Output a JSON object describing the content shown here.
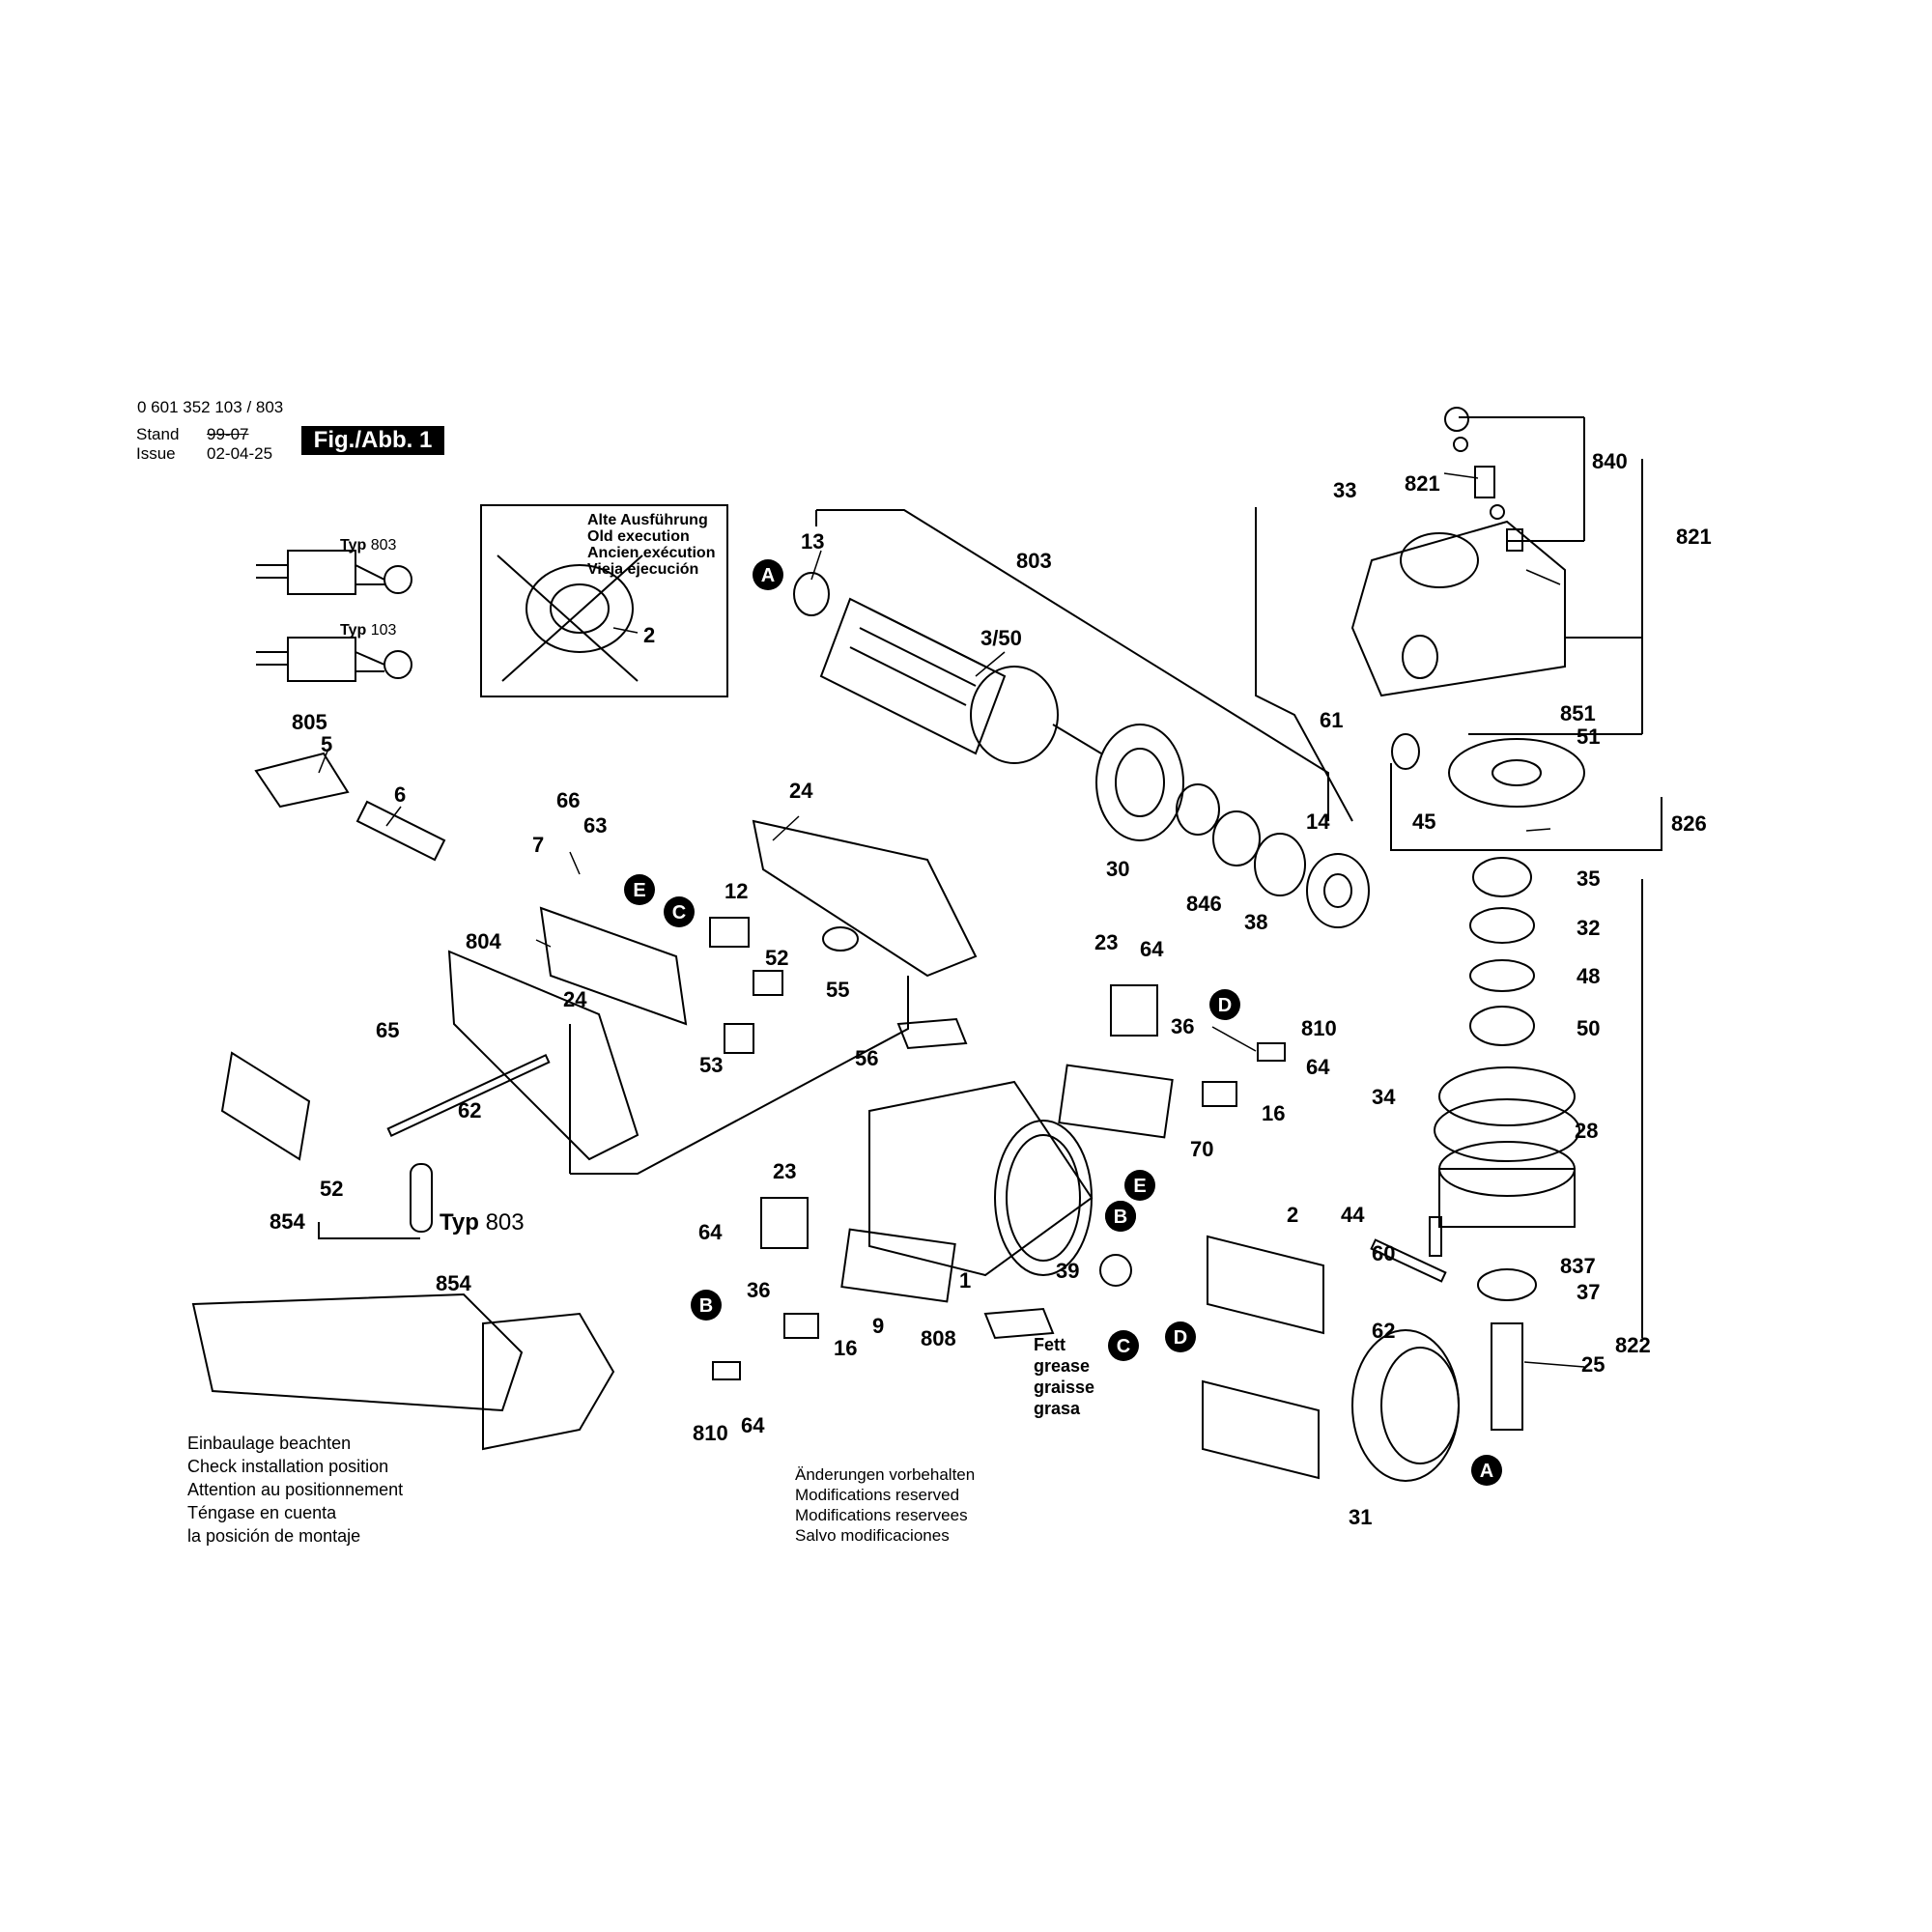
{
  "header": {
    "model": "0 601 352 103 / 803",
    "stand_label": "Stand",
    "stand_value": "99-07",
    "issue_label": "Issue",
    "issue_value": "02-04-25",
    "figure": "Fig./Abb. 1"
  },
  "old_execution": [
    "Alte Ausführung",
    "Old execution",
    "Ancien exécution",
    "Vieja ejecución"
  ],
  "typ_labels": {
    "typ": "Typ",
    "a": "803",
    "b": "103"
  },
  "typ_803_big": {
    "typ": "Typ",
    "num": "803"
  },
  "grease_note": [
    "Fett",
    "grease",
    "graisse",
    "grasa"
  ],
  "install_note": [
    "Einbaulage beachten",
    "Check installation position",
    "Attention au positionnement",
    "Téngase en cuenta",
    "la posición de montaje"
  ],
  "modifications_note": [
    "Änderungen vorbehalten",
    "Modifications reserved",
    "Modifications reservees",
    "Salvo modificaciones"
  ],
  "markers": [
    "A",
    "E",
    "C",
    "D",
    "B",
    "E",
    "B",
    "B",
    "C",
    "D",
    "A"
  ],
  "parts": [
    "803",
    "13",
    "3/50",
    "2",
    "805",
    "5",
    "6",
    "24",
    "66",
    "63",
    "7",
    "12",
    "804",
    "52",
    "55",
    "53",
    "24",
    "65",
    "62",
    "52",
    "854",
    "854",
    "840",
    "821",
    "821",
    "33",
    "61",
    "851",
    "51",
    "45",
    "826",
    "30",
    "14",
    "846",
    "38",
    "35",
    "32",
    "48",
    "50",
    "34",
    "28",
    "60",
    "837",
    "37",
    "822",
    "25",
    "23",
    "64",
    "810",
    "36",
    "64",
    "16",
    "56",
    "70",
    "23",
    "64",
    "36",
    "16",
    "9",
    "1",
    "808",
    "810",
    "64",
    "39",
    "2",
    "44",
    "62",
    "31"
  ]
}
